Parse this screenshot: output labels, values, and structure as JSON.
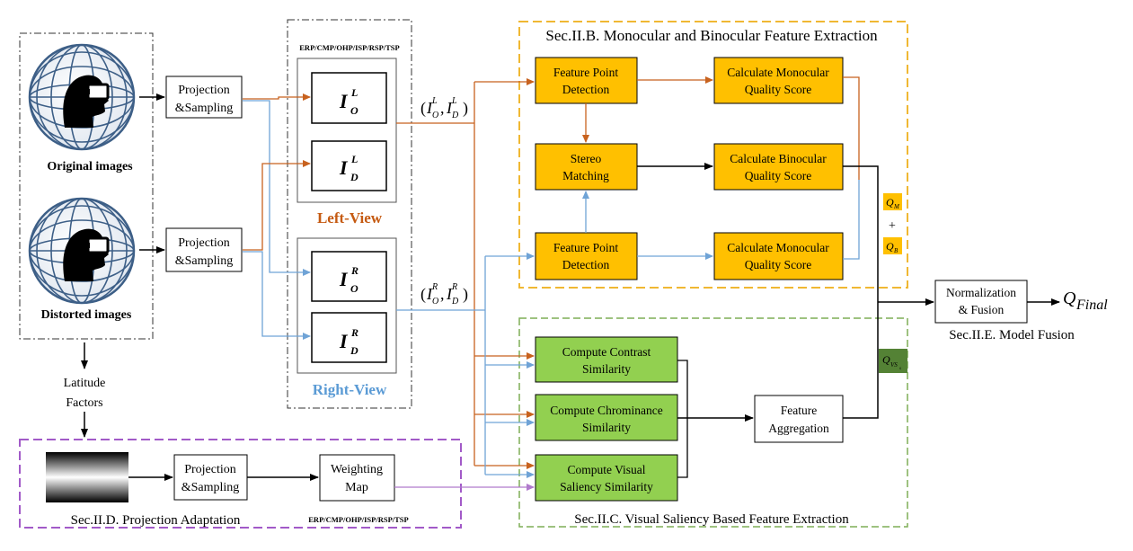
{
  "colors": {
    "orange_arrow": "#C8621E",
    "blue_arrow": "#6FA3D6",
    "purple_arrow": "#B07ACC",
    "yellow_box": "#FFC000",
    "green_box": "#92D050",
    "mono_border": "#F0B833",
    "green_border": "#7FAE57",
    "purple_border": "#A25AC8",
    "left_view_text": "#C55A11",
    "right_view_text": "#5B9BD5",
    "qvs_bg": "#548235"
  },
  "inputs": {
    "original_caption": "Original images",
    "distorted_caption": "Distorted images",
    "latitude_line1": "Latitude",
    "latitude_line2": "Factors"
  },
  "projection": {
    "line1": "Projection",
    "line2": "&Sampling"
  },
  "views": {
    "formats": "ERP/CMP/OHP/ISP/RSP/TSP",
    "left_view": "Left-View",
    "right_view": "Right-View",
    "img_main": "I",
    "sub_o": "O",
    "sub_d": "D",
    "sup_l": "L",
    "sup_r": "R",
    "pair_open": "(",
    "pair_comma": ",",
    "pair_close": ")"
  },
  "sec_b": {
    "title": "Sec.II.B. Monocular and Binocular Feature Extraction",
    "feature_point_line1": "Feature Point",
    "feature_point_line2": "Detection",
    "stereo_line1": "Stereo",
    "stereo_line2": "Matching",
    "mono_line1": "Calculate Monocular",
    "mono_line2": "Quality Score",
    "bino_line1": "Calculate Binocular",
    "bino_line2": "Quality Score",
    "qm_main": "Q",
    "qm_sub": "M",
    "plus": "+",
    "qb_main": "Q",
    "qb_sub": "B"
  },
  "sec_c": {
    "title": "Sec.II.C. Visual Saliency Based Feature Extraction",
    "contrast_line1": "Compute Contrast",
    "contrast_line2": "Similarity",
    "chroma_line1": "Compute Chrominance",
    "chroma_line2": "Similarity",
    "saliency_line1": "Compute Visual",
    "saliency_line2": "Saliency Similarity",
    "agg_line1": "Feature",
    "agg_line2": "Aggregation",
    "qvs_main": "Q",
    "qvs_sub": "VS",
    "qvs_subsub": "s"
  },
  "sec_d": {
    "title": "Sec.II.D. Projection Adaptation",
    "proj_line1": "Projection",
    "proj_line2": "&Sampling",
    "weight_line1": "Weighting",
    "weight_line2": "Map",
    "formats": "ERP/CMP/OHP/ISP/RSP/TSP"
  },
  "sec_e": {
    "title": "Sec.II.E. Model Fusion",
    "norm_line1": "Normalization",
    "norm_line2": "& Fusion",
    "qfinal_main": "Q",
    "qfinal_sub": "Final"
  }
}
